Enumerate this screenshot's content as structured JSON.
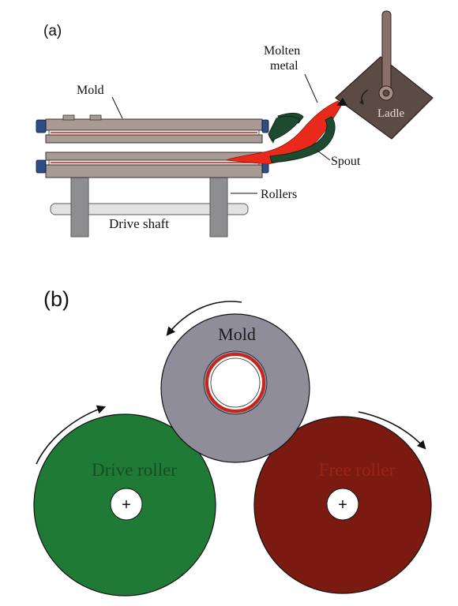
{
  "panel_a": {
    "label": "(a)",
    "labels": {
      "molten_metal_line1": "Molten",
      "molten_metal_line2": "metal",
      "mold": "Mold",
      "ladle": "Ladle",
      "spout": "Spout",
      "rollers": "Rollers",
      "drive_shaft": "Drive  shaft"
    }
  },
  "panel_b": {
    "label": "(b)",
    "labels": {
      "mold": "Mold",
      "drive_roller": "Drive  roller",
      "free_roller": "Free  roller",
      "center_mark": "+"
    }
  },
  "colors": {
    "mold_body": "#a99a94",
    "mold_end_cap": "#2b4f86",
    "molten": "#e8291c",
    "spout": "#1e4a30",
    "ladle": "#5c4a45",
    "roller_grey": "#8e8e90",
    "shaft": "#d9d9d9",
    "mold_disc": "#8f8d99",
    "drive_roller": "#1f7a35",
    "free_roller": "#7a1a10",
    "mold_ring": "#c8241e"
  }
}
